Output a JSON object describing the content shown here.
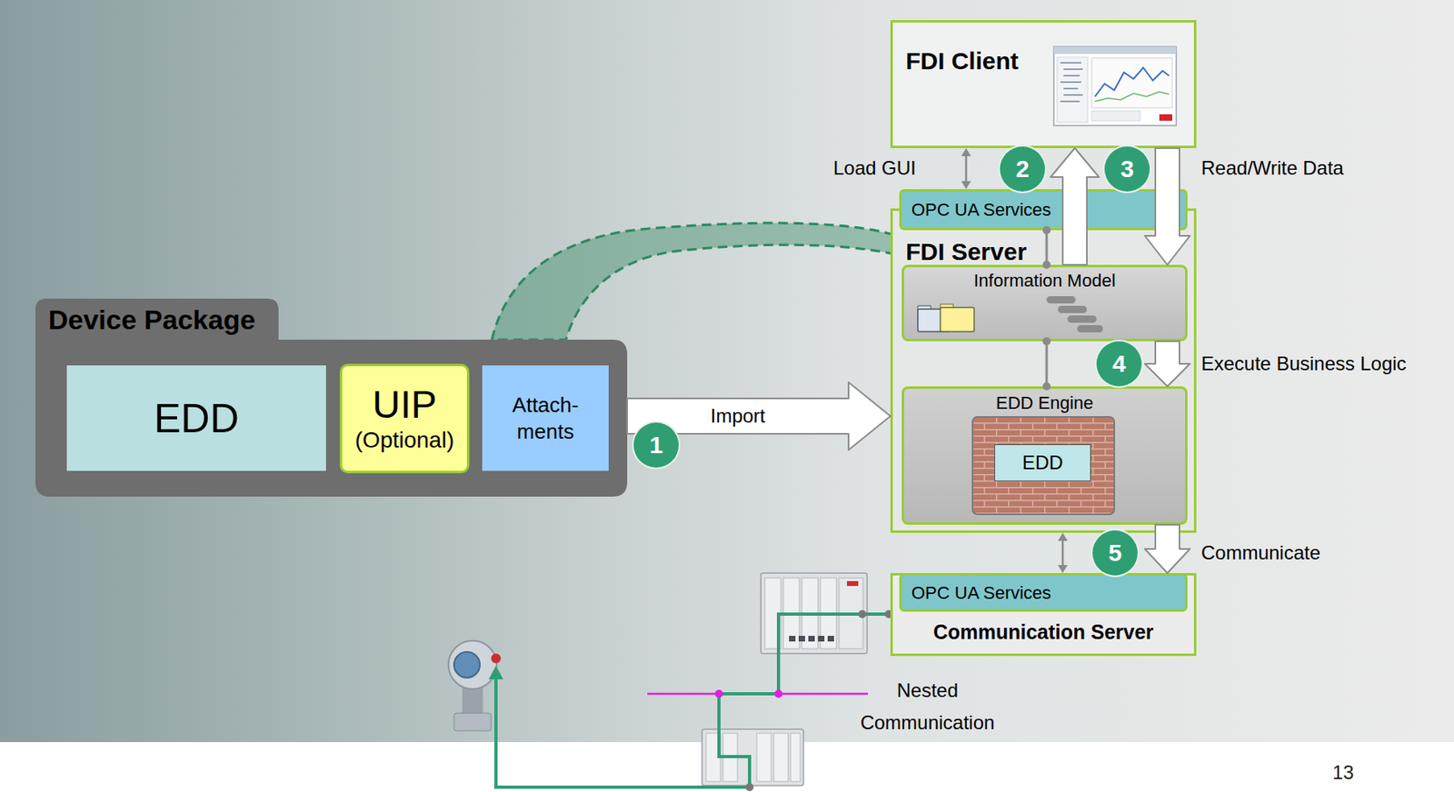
{
  "diagram": {
    "nodes": [
      {
        "text": [
          "Device Package"
        ]
      },
      {
        "text": [
          "EDD"
        ],
        "in": 0
      },
      {
        "text": [
          "UIP",
          "(Optional)"
        ],
        "in": 0
      },
      {
        "text": [
          "Attach- ments"
        ],
        "in": 0
      },
      {
        "text": [
          "FDI Client"
        ]
      },
      {
        "text": [
          "FDI Server"
        ]
      },
      {
        "text": [
          "OPC UA Services"
        ],
        "in": 5
      },
      {
        "text": [
          "Information Model"
        ],
        "in": 5
      },
      {
        "text": [
          "EDD Engine"
        ],
        "in": 5
      },
      {
        "text": [
          "EDD"
        ],
        "in": 8
      },
      {
        "text": [
          "Communication Server"
        ]
      },
      {
        "text": [
          "OPC UA Services"
        ],
        "in": 10
      }
    ],
    "edges": [
      {
        "from": 0,
        "to": 5,
        "label": "Import",
        "arrow": "to"
      },
      {
        "from": 7,
        "to": 4,
        "label": "Load GUI",
        "arrow": "to"
      },
      {
        "from": 4,
        "to": 7,
        "label": "Read/Write Data",
        "arrow": "to"
      },
      {
        "from": 7,
        "to": 8,
        "label": "Execute Business Logic",
        "arrow": "to"
      },
      {
        "from": 8,
        "to": 10,
        "label": "Communicate",
        "arrow": "to"
      },
      {
        "from": 4,
        "to": 6,
        "arrow": "both"
      },
      {
        "from": 6,
        "to": 7,
        "arrow": "none"
      },
      {
        "from": 7,
        "to": 8,
        "arrow": "none"
      },
      {
        "from": 5,
        "to": 11,
        "arrow": "both"
      }
    ],
    "labels": [
      "1",
      "2",
      "3",
      "4",
      "5",
      "Nested Communication",
      "13"
    ]
  }
}
